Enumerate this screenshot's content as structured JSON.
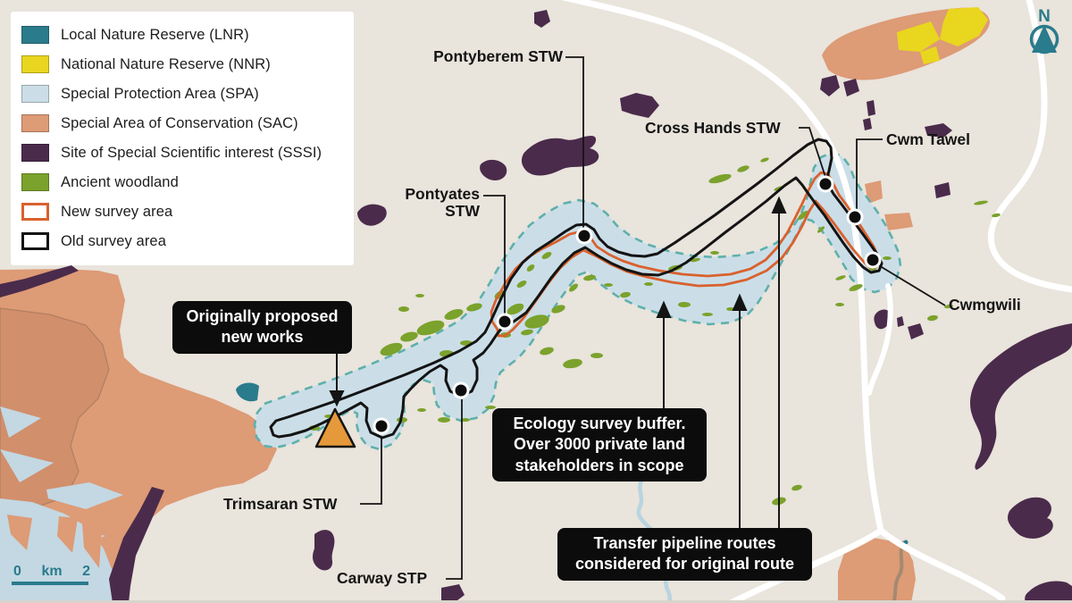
{
  "legend": {
    "items": [
      {
        "label": "Local Nature Reserve (LNR)",
        "color": "#2a7b8c"
      },
      {
        "label": "National Nature Reserve (NNR)",
        "color": "#e9d61f"
      },
      {
        "label": "Special Protection Area (SPA)",
        "color": "#cbdee8"
      },
      {
        "label": "Special Area of Conservation (SAC)",
        "color": "#dd9b76"
      },
      {
        "label": "Site of Special Scientific interest (SSSI)",
        "color": "#4a2b4b"
      },
      {
        "label": "Ancient woodland",
        "color": "#7ba22c"
      },
      {
        "label": "New survey area",
        "color": "#ffffff",
        "border": "#d9612e"
      },
      {
        "label": "Old survey area",
        "color": "#ffffff",
        "border": "#141414"
      }
    ]
  },
  "labels": {
    "pontyberem": "Pontyberem STW",
    "pontyates_line1": "Pontyates",
    "pontyates_line2": "STW",
    "cross_hands": "Cross Hands STW",
    "cwm_tawel": "Cwm Tawel",
    "cwmgwili": "Cwmgwili",
    "trimsaran": "Trimsaran STW",
    "carway": "Carway STP"
  },
  "callouts": {
    "proposed": {
      "line1": "Originally proposed",
      "line2": "new works"
    },
    "ecology": {
      "line1": "Ecology survey buffer.",
      "line2": "Over 3000 private land",
      "line3": "stakeholders in scope"
    },
    "transfer": {
      "line1": "Transfer pipeline routes",
      "line2": "considered for original route"
    }
  },
  "north": {
    "letter": "N"
  },
  "scale": {
    "start": "0",
    "unit": "km",
    "end": "2"
  },
  "colors": {
    "background": "#e9e4dc",
    "spa_fill": "#cbdee8",
    "buffer_dash": "#5fb0ab",
    "sac": "#dd9b76",
    "sssi": "#4a2b4b",
    "nnr": "#e9d61f",
    "lnr": "#2a7b8c",
    "woodland": "#7ba22c",
    "new_route": "#d9612e",
    "old_route": "#141414",
    "water": "#c3d8e3",
    "road": "#ffffff",
    "works_triangle": "#e5993b",
    "accent_teal": "#2a7b8c"
  }
}
